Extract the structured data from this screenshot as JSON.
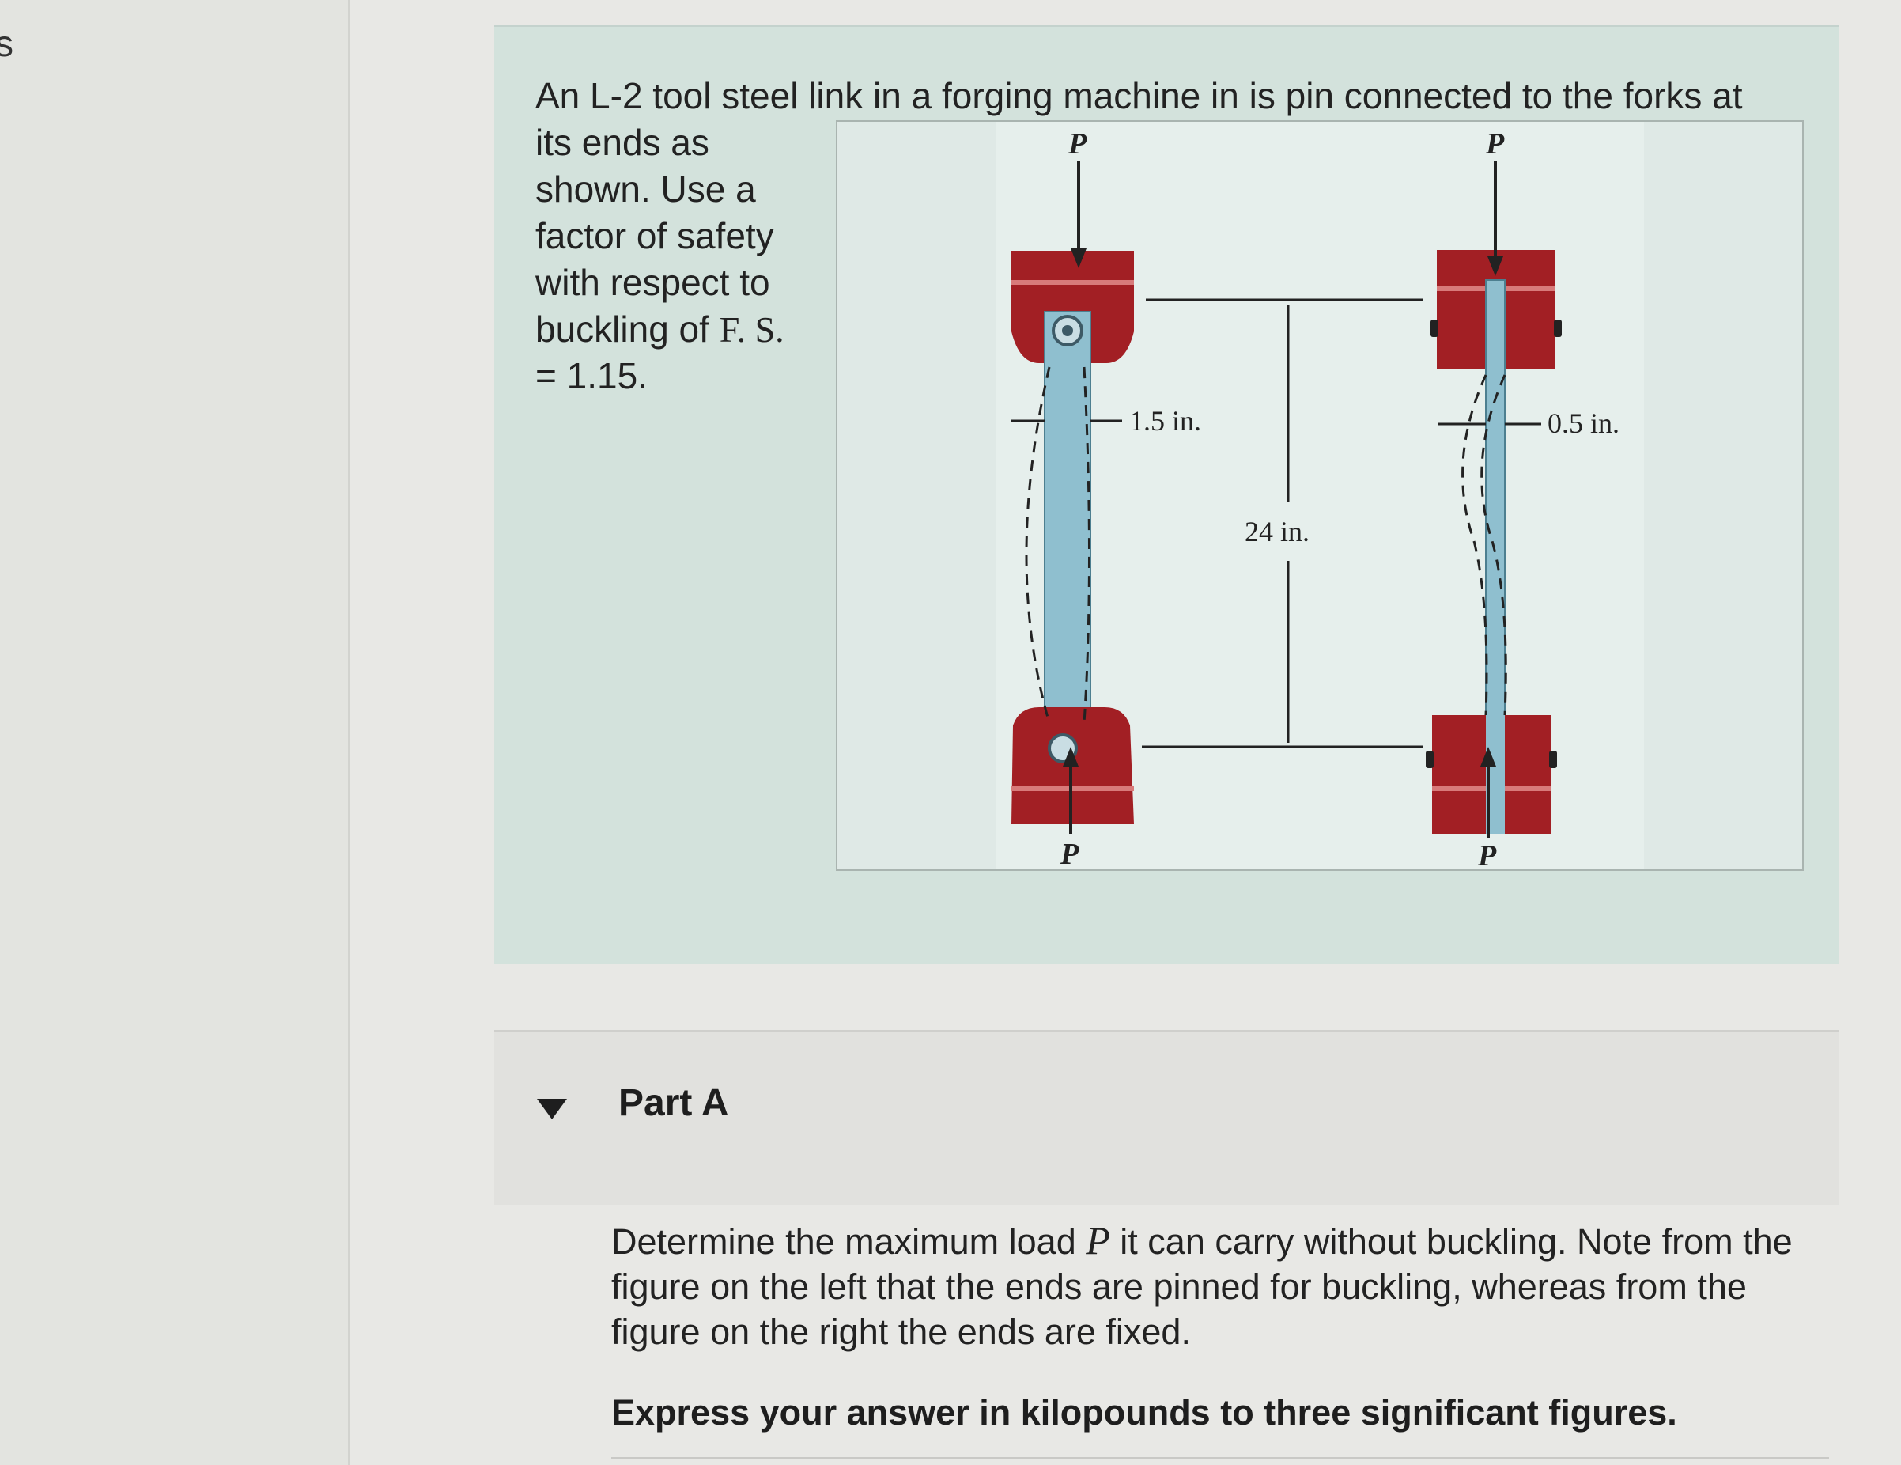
{
  "sidebar": {
    "label": "s"
  },
  "problem": {
    "intro_line": "An L-2 tool steel link in a forging machine in is pin connected to the forks at",
    "intro_rest": "its ends as shown. Use a factor of safety with respect to buckling of",
    "fs_label": "F. S.",
    "fs_value": " = 1.15."
  },
  "figure": {
    "load_label": "P",
    "width_left": "1.5 in.",
    "length": "24 in.",
    "width_right": "0.5 in."
  },
  "part": {
    "title": "Part A",
    "question_a": "Determine the maximum load ",
    "question_var": "P",
    "question_b": " it can carry without buckling. Note from the figure on the left that the ends are pinned for buckling, whereas from the figure on the right the ends are fixed.",
    "instruction": "Express your answer in kilopounds to three significant figures."
  },
  "colors": {
    "panel": "#d3e2dc",
    "fork_red": "#a21f24",
    "link_blue": "#8fbfcf"
  }
}
